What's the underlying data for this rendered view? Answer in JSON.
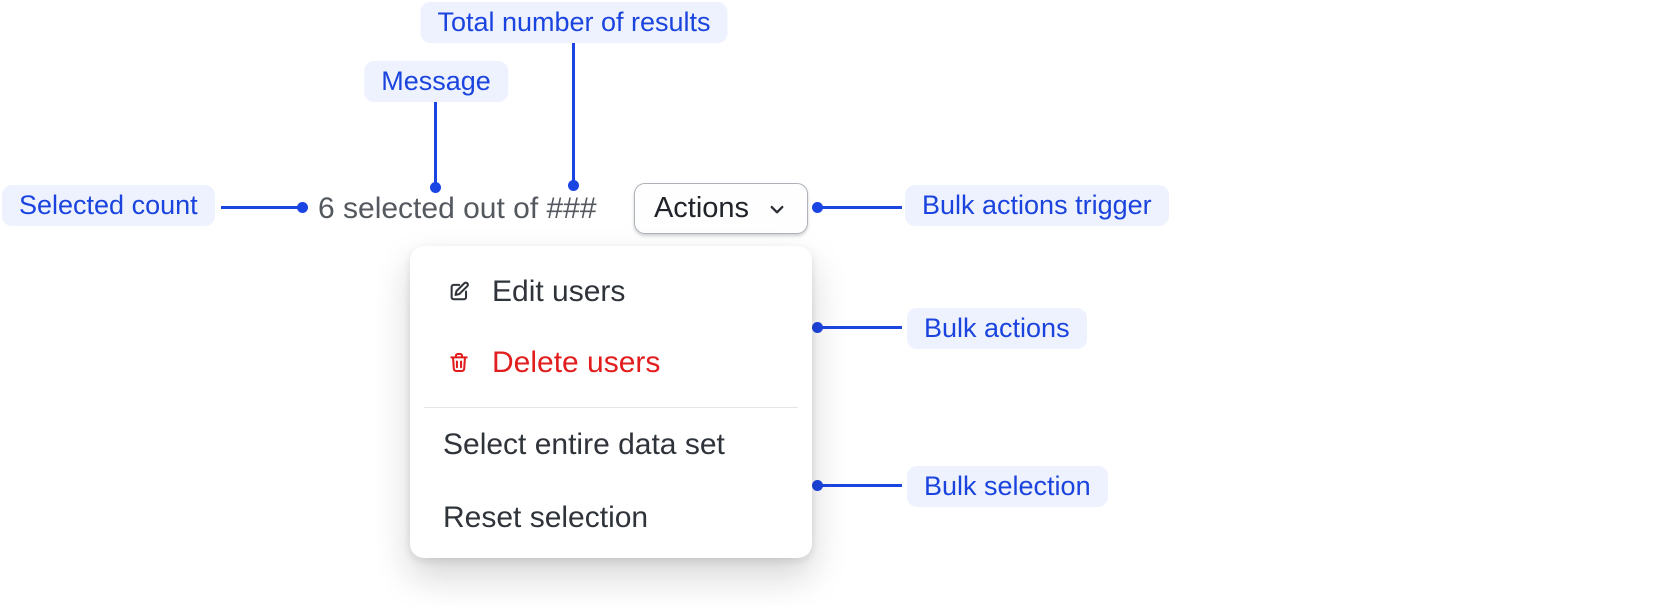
{
  "colors": {
    "annotation_text": "#1a44dd",
    "annotation_bg": "#edf2fe",
    "connector_blue": "#1b45e2",
    "muted_text": "#54585f",
    "menu_text": "#2f333a",
    "destructive_red": "#e11d1d",
    "button_border": "#aeb3b9",
    "divider": "#e4e5e8"
  },
  "annotations": {
    "total_results": "Total number of results",
    "message": "Message",
    "selected_count": "Selected count",
    "bulk_actions_trigger": "Bulk actions trigger",
    "bulk_actions": "Bulk actions",
    "bulk_selection": "Bulk selection"
  },
  "bulk_bar": {
    "selection_message": "6 selected out of ###",
    "actions_button_label": "Actions"
  },
  "menu": {
    "items": [
      {
        "label": "Edit users",
        "icon": "edit-icon"
      },
      {
        "label": "Delete users",
        "icon": "trash-icon",
        "destructive": true
      },
      {
        "label": "Select entire data set"
      },
      {
        "label": "Reset selection"
      }
    ]
  }
}
